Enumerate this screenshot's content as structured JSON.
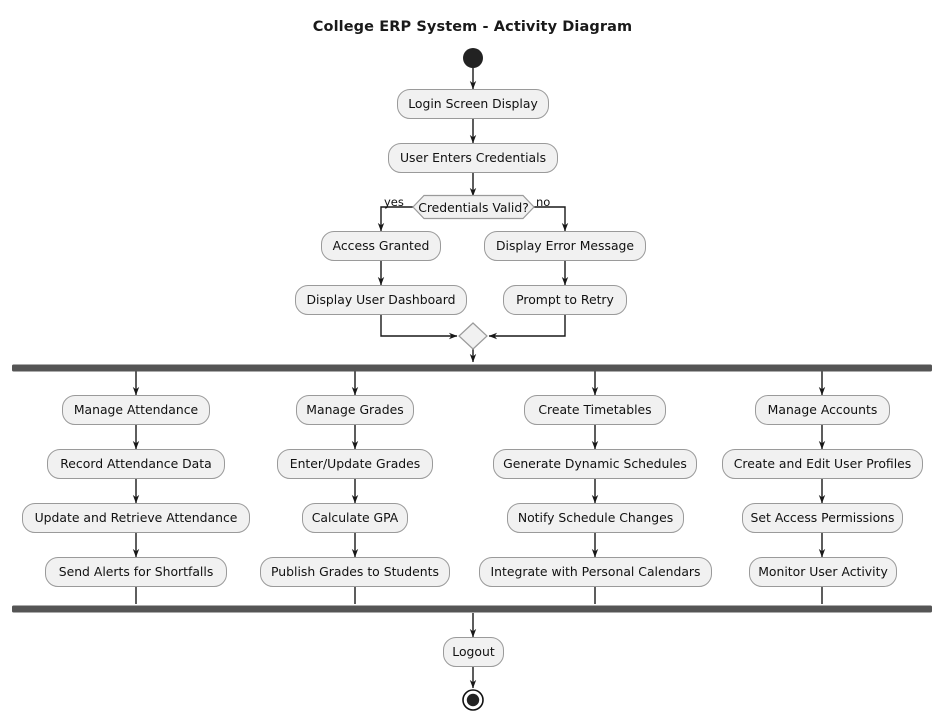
{
  "diagram": {
    "title": "College ERP System - Activity Diagram",
    "type": "uml-activity-diagram",
    "colors": {
      "node_fill": "#F1F1F1",
      "node_border": "#9a9a9a",
      "bar_fill": "#555555",
      "line": "#181818",
      "text": "#111111",
      "background": "#ffffff"
    },
    "start_node": {
      "name": "initial-node"
    },
    "end_node": {
      "name": "final-node"
    },
    "login_flow": [
      {
        "id": "login-screen-display",
        "label": "Login Screen Display"
      },
      {
        "id": "user-enters-credentials",
        "label": "User Enters Credentials"
      }
    ],
    "decision": {
      "id": "credentials-valid-decision",
      "label": "Credentials Valid?",
      "yes_label": "yes",
      "no_label": "no"
    },
    "yes_branch": [
      {
        "id": "access-granted",
        "label": "Access Granted"
      },
      {
        "id": "display-user-dashboard",
        "label": "Display User Dashboard"
      }
    ],
    "no_branch": [
      {
        "id": "display-error-message",
        "label": "Display Error Message"
      },
      {
        "id": "prompt-to-retry",
        "label": "Prompt to Retry"
      }
    ],
    "merge": {
      "id": "merge-node",
      "label": ""
    },
    "fork_bar": {
      "id": "fork-bar",
      "label": ""
    },
    "join_bar": {
      "id": "join-bar",
      "label": ""
    },
    "parallel_lanes": [
      {
        "id": "lane-attendance",
        "steps": [
          {
            "id": "manage-attendance",
            "label": "Manage Attendance"
          },
          {
            "id": "record-attendance-data",
            "label": "Record Attendance Data"
          },
          {
            "id": "update-and-retrieve-attendance",
            "label": "Update and Retrieve Attendance"
          },
          {
            "id": "send-alerts-for-shortfalls",
            "label": "Send Alerts for Shortfalls"
          }
        ]
      },
      {
        "id": "lane-grades",
        "steps": [
          {
            "id": "manage-grades",
            "label": "Manage Grades"
          },
          {
            "id": "enter-update-grades",
            "label": "Enter/Update Grades"
          },
          {
            "id": "calculate-gpa",
            "label": "Calculate GPA"
          },
          {
            "id": "publish-grades-to-students",
            "label": "Publish Grades to Students"
          }
        ]
      },
      {
        "id": "lane-timetables",
        "steps": [
          {
            "id": "create-timetables",
            "label": "Create Timetables"
          },
          {
            "id": "generate-dynamic-schedules",
            "label": "Generate Dynamic Schedules"
          },
          {
            "id": "notify-schedule-changes",
            "label": "Notify Schedule Changes"
          },
          {
            "id": "integrate-with-personal-calendars",
            "label": "Integrate with Personal Calendars"
          }
        ]
      },
      {
        "id": "lane-accounts",
        "steps": [
          {
            "id": "manage-accounts",
            "label": "Manage Accounts"
          },
          {
            "id": "create-and-edit-user-profiles",
            "label": "Create and Edit User Profiles"
          },
          {
            "id": "set-access-permissions",
            "label": "Set Access Permissions"
          },
          {
            "id": "monitor-user-activity",
            "label": "Monitor User Activity"
          }
        ]
      }
    ],
    "logout": {
      "id": "logout",
      "label": "Logout"
    }
  }
}
